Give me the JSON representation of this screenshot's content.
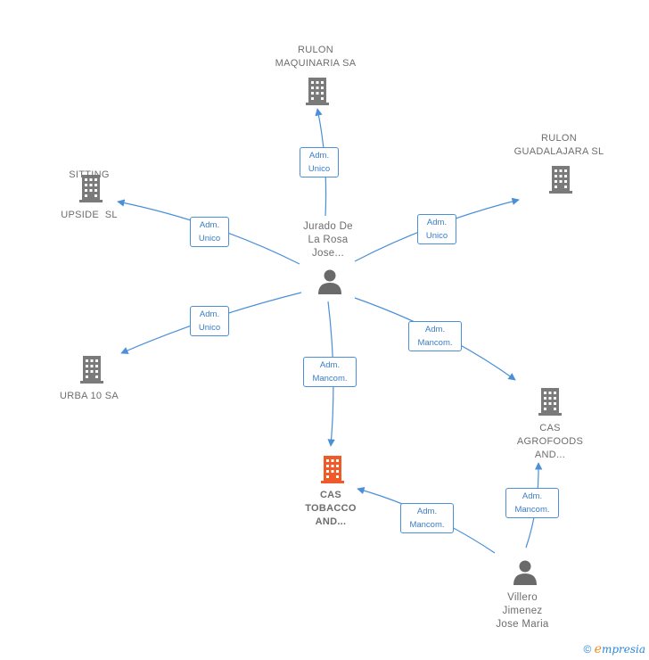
{
  "nodes": {
    "rulon_maquinaria": [
      "RULON",
      "MAQUINARIA SA"
    ],
    "sitting_upside": [
      "SITTING",
      "UPSIDE  SL"
    ],
    "rulon_guadalajara": [
      "RULON",
      "GUADALAJARA SL"
    ],
    "urba10": [
      "URBA 10 SA"
    ],
    "cas_agrofoods": [
      "CAS",
      "AGROFOODS",
      "AND..."
    ],
    "cas_tobacco": [
      "CAS",
      "TOBACCO",
      "AND..."
    ],
    "jurado": [
      "Jurado De",
      "La Rosa",
      "Jose..."
    ],
    "villero": [
      "Villero",
      "Jimenez",
      "Jose Maria"
    ]
  },
  "edges": {
    "to_rulon_maquinaria": [
      "Adm.",
      "Unico"
    ],
    "to_sitting_upside": [
      "Adm.",
      "Unico"
    ],
    "to_rulon_guadalajara": [
      "Adm.",
      "Unico"
    ],
    "to_urba10": [
      "Adm.",
      "Unico"
    ],
    "to_cas_tobacco_from_jurado": [
      "Adm.",
      "Mancom."
    ],
    "to_cas_agrofoods_from_jurado": [
      "Adm.",
      "Mancom."
    ],
    "to_cas_tobacco_from_villero": [
      "Adm.",
      "Mancom."
    ],
    "to_cas_agrofoods_from_villero": [
      "Adm.",
      "Mancom."
    ]
  },
  "colors": {
    "edge": "#4a8fd8",
    "company_icon": "#7a7a7a",
    "focus_icon": "#f05a28",
    "person_icon": "#6a6a6a"
  },
  "icons": {
    "company": "building-icon",
    "person": "person-icon",
    "copyright": "copyright-icon"
  },
  "footer": {
    "copyright": "©",
    "brand_initial": "e",
    "brand_rest": "mpresia"
  }
}
